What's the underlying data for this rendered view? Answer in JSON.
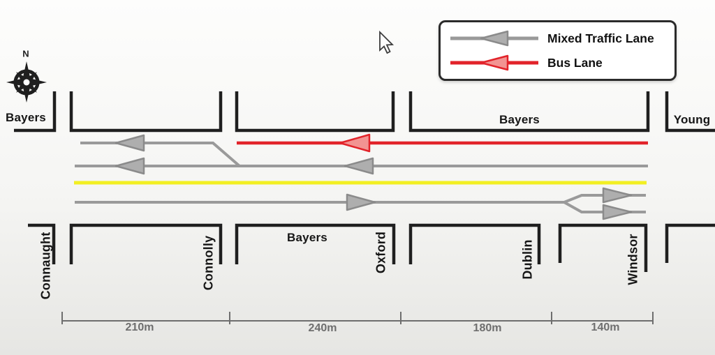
{
  "legend": {
    "items": [
      {
        "label": "Mixed Traffic Lane",
        "type": "mixed"
      },
      {
        "label": "Bus Lane",
        "type": "bus"
      }
    ]
  },
  "compass": {
    "north": "N"
  },
  "streets": {
    "top_left": "Bayers",
    "top_center": "Bayers",
    "top_right": "Young",
    "bottom_center": "Bayers",
    "cross": [
      "Connaught",
      "Connolly",
      "Oxford",
      "Dublin",
      "Windsor"
    ]
  },
  "scale": {
    "segments": [
      "210m",
      "240m",
      "180m",
      "140m"
    ]
  },
  "lanes": [
    {
      "type": "mixed",
      "direction": "west",
      "note": "merges into adjacent westbound lane"
    },
    {
      "type": "bus",
      "direction": "west"
    },
    {
      "type": "mixed",
      "direction": "west"
    },
    {
      "type": "mixed",
      "direction": "east",
      "note": "splits into two eastbound lanes"
    }
  ],
  "colors": {
    "road": "#1f1f1f",
    "mixed-lane": "#9a9a9a",
    "mixed-arrow-fill": "#aeaeae",
    "mixed-arrow-edge": "#8b8b8b",
    "bus-lane": "#e2232a",
    "bus-arrow-fill": "#f29492",
    "center-line": "#f2ef22",
    "scale": "#6e6e6e",
    "label-text": "#161616",
    "legend-border": "#2b2b2b",
    "bg-top": "#fdfdfc",
    "bg-bottom": "#e6e6e3"
  }
}
